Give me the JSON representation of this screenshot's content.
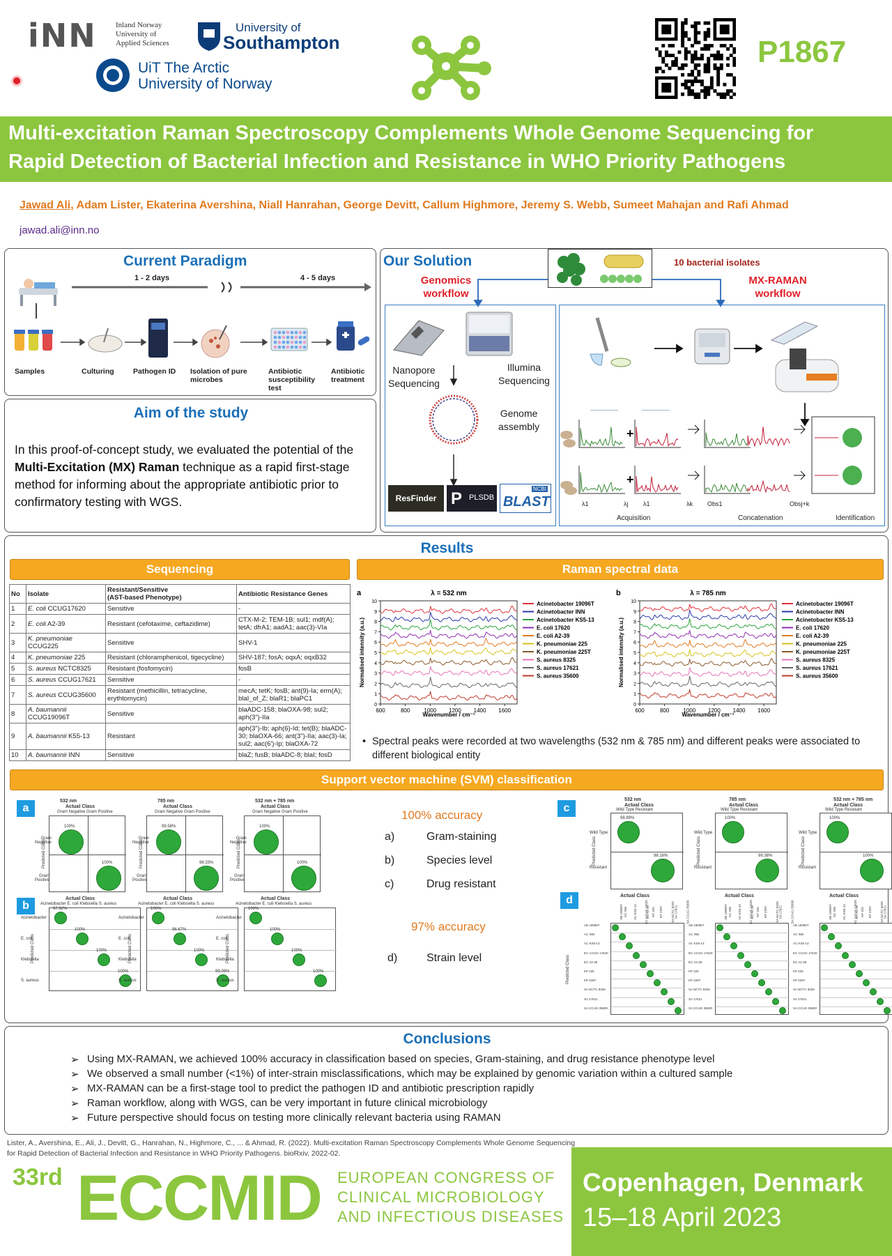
{
  "header": {
    "logo_inn_text": "iNN",
    "logo_inn_name": "Inland Norway\nUniversity of\nApplied Sciences",
    "logo_soton_line1": "University of",
    "logo_soton_line2": "Southampton",
    "logo_uit_line1": "UiT The Arctic",
    "logo_uit_line2": "University of Norway",
    "poster_id": "P1867",
    "title_line1": "Multi-excitation Raman Spectroscopy Complements Whole Genome Sequencing for",
    "title_line2": "Rapid Detection of Bacterial Infection and Resistance in WHO Priority Pathogens",
    "first_author": "Jawad Ali",
    "other_authors": ", Adam Lister, Ekaterina Avershina, Niall Hanrahan, George Devitt, Callum Highmore, Jeremy S. Webb, Sumeet Mahajan and Rafi Ahmad",
    "email": "jawad.ali@inn.no"
  },
  "current_paradigm": {
    "title": "Current Paradigm",
    "time1": "1 - 2 days",
    "time2": "4 - 5 days",
    "steps": [
      "Samples",
      "Culturing",
      "Pathogen ID",
      "Isolation of pure microbes",
      "Antibiotic susceptibility test",
      "Antibiotic treatment"
    ]
  },
  "aim": {
    "title": "Aim of the study",
    "text_before": "In this proof-of-concept study, we evaluated the potential of the ",
    "text_bold": "Multi-Excitation (MX) Raman",
    "text_after": " technique as a rapid first-stage method for informing about the appropriate antibiotic prior to confirmatory testing with WGS."
  },
  "solution": {
    "title": "Our Solution",
    "isolates_label": "10 bacterial isolates",
    "genomics_title": "Genomics\nworkflow",
    "mxraman_title": "MX-RAMAN\nworkflow",
    "nanopore": "Nanopore\nSequencing",
    "illumina": "Illumina\nSequencing",
    "assembly": "Genome\nassembly",
    "resfinder": "ResFinder",
    "plsdb": "PLSDB",
    "blast": "BLAST",
    "ncbi": "NCBI",
    "steps": [
      "Acquisition",
      "Concatenation",
      "Identification"
    ],
    "lambda_labels": [
      "λ1",
      "λj",
      "λ1",
      "λk",
      "Obs1",
      "Obsj+k"
    ]
  },
  "results": {
    "title": "Results",
    "sequencing_title": "Sequencing",
    "raman_title": "Raman spectral data",
    "svm_title": "Support vector machine (SVM) classification"
  },
  "table": {
    "headers": [
      "No",
      "Isolate",
      "Resistant/Sensitive\n(AST-based Phenotype)",
      "Antibiotic Resistance Genes"
    ],
    "rows": [
      {
        "no": "1",
        "isolate_it": "E. coli",
        "isolate_rest": " CCUG17620",
        "phenotype": "Sensitive",
        "genes": "-"
      },
      {
        "no": "2",
        "isolate_it": "E. coli",
        "isolate_rest": " A2-39",
        "phenotype": "Resistant (cefotaxime, ceftazidime)",
        "genes": "CTX-M-2; TEM-1B; sul1; mdf(A); tetA; dfrA1; aadA1; aac(3)-VIa"
      },
      {
        "no": "3",
        "isolate_it": "K. pneumoniae",
        "isolate_rest": " CCUG225",
        "phenotype": "Sensitive",
        "genes": "SHV-1"
      },
      {
        "no": "4",
        "isolate_it": "K. pneumoniae",
        "isolate_rest": " 225",
        "phenotype": "Resistant (chloramphenicol, tigecycline)",
        "genes": "SHV-187; fosA; oqxA; oqxB32"
      },
      {
        "no": "5",
        "isolate_it": "S. aureus",
        "isolate_rest": " NCTC8325",
        "phenotype": "Resistant (fosfomycin)",
        "genes": " fosB"
      },
      {
        "no": "6",
        "isolate_it": "S. aureus",
        "isolate_rest": " CCUG17621",
        "phenotype": "Sensitive",
        "genes": "-"
      },
      {
        "no": "7",
        "isolate_it": "S. aureus",
        "isolate_rest": " CCUG35600",
        "phenotype": "Resistant (methicillin, tetracycline, erythtomycin)",
        "genes": "mecA; tetK; fosB; ant(9)-Ia; erm(A); blaI_of_Z; blaR1; blaPC1"
      },
      {
        "no": "8",
        "isolate_it": "A. baumannii",
        "isolate_rest": " CCUG19096T",
        "phenotype": "Sensitive",
        "genes": "blaADC-158; blaOXA-98; sul2; aph(3\")-IIa"
      },
      {
        "no": "9",
        "isolate_it": "A. baumannii",
        "isolate_rest": " K55-13",
        "phenotype": "Resistant",
        "genes": "aph(3\")-Ib; aph(6)-Id; tet(B); blaADC-30; blaOXA-66; ant(3\")-IIa; aac(3)-Ia; sul2; aac(6')-Ip; blaOXA-72"
      },
      {
        "no": "10",
        "isolate_it": "A. baumannii",
        "isolate_rest": " INN",
        "phenotype": "Sensitive",
        "genes": "blaZ; fusB; blaADC-8; blaI; fosD"
      }
    ]
  },
  "chart_data": [
    {
      "type": "line",
      "panel": "a",
      "title": "λ = 532 nm",
      "xlabel": "Wavenumber / cm⁻¹",
      "ylabel": "Normalised intensity (a.u.)",
      "xlim": [
        600,
        1700
      ],
      "ylim": [
        0,
        10
      ],
      "xticks": [
        600,
        800,
        1000,
        1200,
        1400,
        1600
      ],
      "yticks": [
        0,
        1,
        2,
        3,
        4,
        5,
        6,
        7,
        8,
        9,
        10
      ],
      "series": [
        {
          "name": "Acinetobacter 19096T",
          "color": "#e0303a",
          "offset": 9.0
        },
        {
          "name": "Acinetobacter INN",
          "color": "#2b3aa8",
          "offset": 8.2
        },
        {
          "name": "Acinetobacter KS5-13",
          "color": "#2aa33b",
          "offset": 7.4
        },
        {
          "name": "E. coli 17620",
          "color": "#8e2fb0",
          "offset": 6.6
        },
        {
          "name": "E. coli A2-39",
          "color": "#e07b20",
          "offset": 5.8
        },
        {
          "name": "K. pneumoniae 225",
          "color": "#d6c21a",
          "offset": 5.0
        },
        {
          "name": "K. pneumoniae 225T",
          "color": "#8a5a2b",
          "offset": 4.0
        },
        {
          "name": "S. aureus 8325",
          "color": "#e673b8",
          "offset": 3.0
        },
        {
          "name": "S. aureus 17621",
          "color": "#666666",
          "offset": 1.8
        },
        {
          "name": "S. aureus 35600",
          "color": "#c0392b",
          "offset": 0.6
        }
      ]
    },
    {
      "type": "line",
      "panel": "b",
      "title": "λ = 785 nm",
      "xlabel": "Wavenumber / cm⁻¹",
      "ylabel": "Normalised intensity (a.u.)",
      "xlim": [
        600,
        1700
      ],
      "ylim": [
        0,
        10
      ],
      "xticks": [
        600,
        800,
        1000,
        1200,
        1400,
        1600
      ],
      "yticks": [
        0,
        1,
        2,
        3,
        4,
        5,
        6,
        7,
        8,
        9,
        10
      ],
      "series": [
        {
          "name": "Acinetobacter 19096T",
          "color": "#e0303a",
          "offset": 9.2
        },
        {
          "name": "Acinetobacter INN",
          "color": "#2b3aa8",
          "offset": 8.4
        },
        {
          "name": "Acinetobacter KS5-13",
          "color": "#2aa33b",
          "offset": 7.5
        },
        {
          "name": "E. coli 17620",
          "color": "#8e2fb0",
          "offset": 6.6
        },
        {
          "name": "E. coli A2-39",
          "color": "#e07b20",
          "offset": 5.7
        },
        {
          "name": "K. pneumoniae 225",
          "color": "#d6c21a",
          "offset": 4.8
        },
        {
          "name": "K. pneumoniae 225T",
          "color": "#8a5a2b",
          "offset": 3.9
        },
        {
          "name": "S. aureus 8325",
          "color": "#e673b8",
          "offset": 2.9
        },
        {
          "name": "S. aureus 17621",
          "color": "#666666",
          "offset": 1.9
        },
        {
          "name": "S. aureus 35600",
          "color": "#c0392b",
          "offset": 0.8
        }
      ]
    }
  ],
  "raman_note": "Spectral peaks were recorded at two wavelengths (532 nm & 785 nm) and different peaks were associated to different biological entity",
  "svm": {
    "acc100": "100% accuracy",
    "acc97": "97% accuracy",
    "items": [
      {
        "k": "a)",
        "v": "Gram-staining"
      },
      {
        "k": "b)",
        "v": "Species level"
      },
      {
        "k": "c)",
        "v": "Drug resistant"
      }
    ],
    "item_d": {
      "k": "d)",
      "v": "Strain level"
    },
    "tags": [
      "a",
      "b",
      "c",
      "d"
    ],
    "wavelengths": [
      "532 nm",
      "785 nm",
      "532 nm + 785 nm"
    ],
    "actual_class": "Actual Class",
    "predicted_class": "Predicted Class",
    "gram_cols": "Gram Negative  Gram Positive",
    "gram_rows": [
      "Gram\nNegative",
      "Gram\nPositive"
    ],
    "gram_vals": [
      [
        "100%",
        "100%"
      ],
      [
        "99.58%",
        "98.33%"
      ],
      [
        "100%",
        "100%"
      ]
    ],
    "species_cols": "Acinetobacter  E. coli  Klebsiella  S. aureus",
    "species_rows": [
      "Acinetobacter",
      "E. coli",
      "Klebsiella",
      "S. aureus"
    ],
    "species_vals": [
      [
        "97.92%",
        "100%",
        "100%",
        "100%"
      ],
      [
        "100%",
        "96.67%",
        "100%",
        "99.09%"
      ],
      [
        "100%",
        "100%",
        "100%",
        "100%"
      ]
    ],
    "res_cols": "Wild Type    Resistant",
    "res_rows": [
      "Wild Type",
      "Resistant"
    ],
    "res_vals": [
      [
        "98.89%",
        "98.16%"
      ],
      [
        "100%",
        "99.38%"
      ],
      [
        "100%",
        "100%"
      ]
    ],
    "strain_rows": [
      "AB 19096T",
      "AC INN",
      "AC KS5-13",
      "EC CCUG 17620",
      "EC A2-39",
      "KP 225",
      "KP 225T",
      "SA NCTC 8325",
      "SA 17621",
      "SA CCUG 35600"
    ]
  },
  "conclusions": {
    "title": "Conclusions",
    "items": [
      "Using MX-RAMAN, we achieved 100% accuracy in classification based on species, Gram-staining, and drug resistance phenotype level",
      "We observed a small number (<1%) of inter-strain misclassifications, which may be explained by genomic variation within a cultured sample",
      "MX-RAMAN can be a first-stage tool to predict the pathogen ID and antibiotic prescription rapidly",
      "Raman workflow, along with WGS, can be very important in future clinical microbiology",
      "Future perspective should focus on testing more clinically relevant bacteria using RAMAN"
    ]
  },
  "reference": "Lister, A., Avershina, E., Ali, J., Devitt, G., Hanrahan, N., Highmore, C., ... & Ahmad, R. (2022). Multi-excitation Raman Spectroscopy Complements Whole Genome Sequencing for Rapid Detection of Bacterial Infection and Resistance in WHO Priority Pathogens. bioRxiv, 2022-02.",
  "footer": {
    "ordinal": "33rd",
    "congress": "ECCMID",
    "full_name": "EUROPEAN CONGRESS OF\nCLINICAL MICROBIOLOGY\nAND INFECTIOUS DISEASES",
    "city": "Copenhagen, Denmark",
    "dates": "15–18 April 2023"
  },
  "colors": {
    "brand_green": "#8cc63f",
    "accent_orange": "#f6a821",
    "heading_blue": "#1b6fb8",
    "author_orange": "#e07b20",
    "red": "#e0202a"
  }
}
